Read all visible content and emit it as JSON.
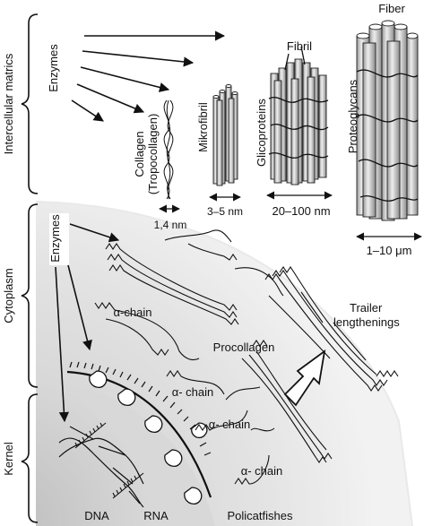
{
  "sections": {
    "matrix": "Intercellular matrics",
    "cytoplasm": "Cytoplasm",
    "kernel": "Kernel"
  },
  "matrix": {
    "enzymes": "Enzymes",
    "collagen_line1": "Collagen",
    "collagen_line2": "(Tropocollagen)",
    "collagen_size": "1,4 nm",
    "microfibril": "Mikrofibril",
    "microfibril_size": "3–5 nm",
    "glycoproteins": "Glicoproteins",
    "fibril": "Fibril",
    "fibril_size": "20–100 nm",
    "proteoglycans": "Proteoglycans",
    "fiber": "Fiber",
    "fiber_size": "1–10 μm"
  },
  "cytoplasm": {
    "enzymes": "Enzymes",
    "alpha_chain_1": "α-chain",
    "alpha_chain_2": "α- chain",
    "alpha_chain_3": "α- chain",
    "alpha_chain_4": "α- chain",
    "procollagen": "Procollagen",
    "trailer_line1": "Trailer",
    "trailer_line2": "lengthenings"
  },
  "kernel": {
    "dna": "DNA",
    "rna": "RNA",
    "policatfishes": "Policatfishes"
  }
}
